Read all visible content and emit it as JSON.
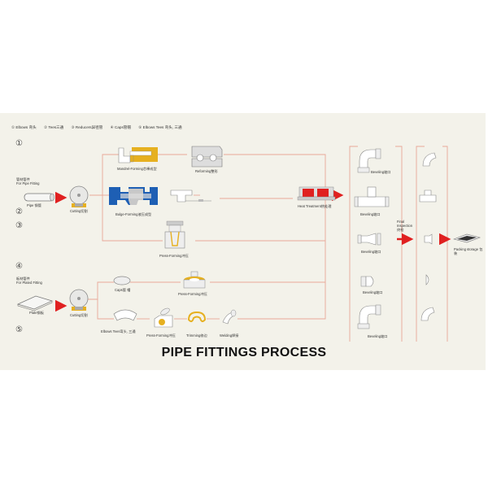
{
  "legend": [
    "① Elbows 弯头",
    "② Tees三通",
    "③ Reducers异径管",
    "④ Caps管帽",
    "⑤ Elbows Tees 弯头, 三通"
  ],
  "row_numbers": [
    "①",
    "②",
    "③",
    "④",
    "⑤"
  ],
  "inputs": {
    "pipe_fitting_heading_cn": "管材管件",
    "pipe_fitting_heading_en": "For Pipe Fitting",
    "pipe_label": "Pipe 钢管",
    "plate_fitting_heading_cn": "板材管件",
    "plate_fitting_heading_en": "For Plated Fitting",
    "plate_label": "Plate钢板"
  },
  "steps": {
    "cutting_1": "Cutting切割",
    "cutting_2": "Cutting切割",
    "mandrel_forming": "Mandrel-Forming芯棒成型",
    "reforming": "Reforming整形",
    "bulge_forming": "Bulge-Forming液压成型",
    "press_forming_reducer": "Press-Forming冲压",
    "caps": "Caps管 帽",
    "press_forming_cap": "Press-Forming冲压",
    "elbows_tees": "Elbows Tees弯头, 三通",
    "press_forming_5": "Press-Forming冲压",
    "trimming": "Trimming修边",
    "welding": "Welding焊接",
    "heat_treatment": "Heat Treatment热处理",
    "beveling": [
      "Beveling坡口",
      "Beveling坡口",
      "Beveling坡口",
      "Beveling坡口",
      "Beveling坡口"
    ],
    "final_inspection": "Final Inspection 终检",
    "packing_storage": "Packing storage 包装"
  },
  "title": "PIPE FITTINGS PROCESS",
  "colors": {
    "panel": "#f3f2ea",
    "flow_line": "#e8a898",
    "arrow": "#e02020",
    "mold_yellow": "#e6b020",
    "mold_blue": "#1e5fb4",
    "heat_red": "#e02020"
  }
}
